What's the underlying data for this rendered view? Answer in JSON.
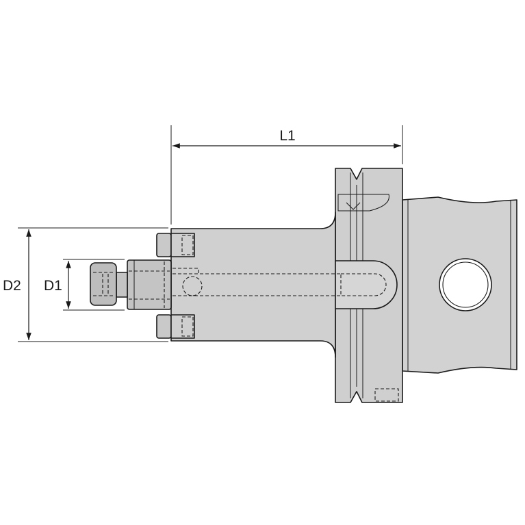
{
  "dimensions": {
    "l1": "L1",
    "d1": "D1",
    "d2": "D2"
  },
  "colors": {
    "body_fill": "#cfcfcf",
    "body_fill_light": "#dadada",
    "line": "#1a1a1a",
    "background": "#ffffff"
  }
}
